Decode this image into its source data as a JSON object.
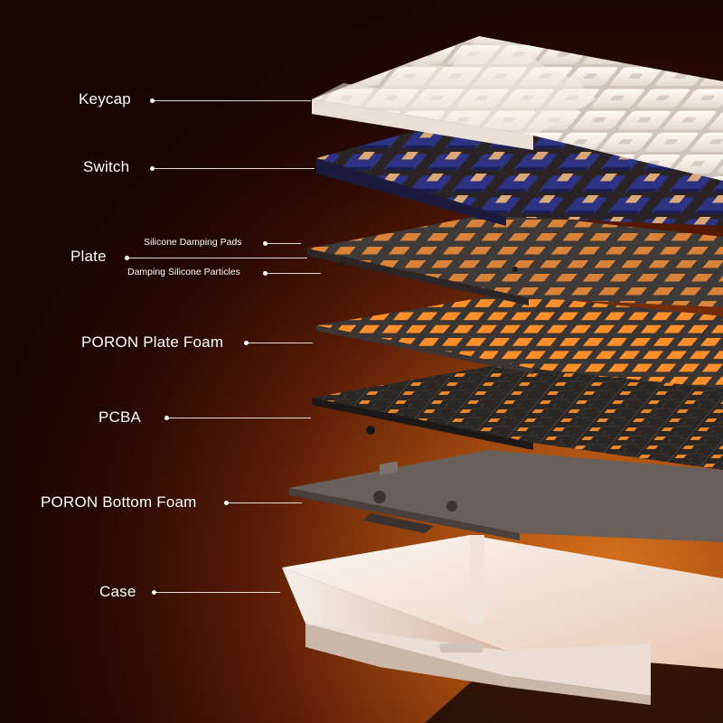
{
  "labels": {
    "keycap": "Keycap",
    "switch": "Switch",
    "plate": "Plate",
    "silicone_pads": "Silicone Damping Pads",
    "silicone_particles": "Damping Silicone Particles",
    "plate_foam": "PORON Plate Foam",
    "pcba": "PCBA",
    "bottom_foam": "PORON Bottom Foam",
    "case": "Case"
  },
  "colors": {
    "keycap": "#f3eee8",
    "switch_housing": "#2c2f7a",
    "plate": "#3a3634",
    "foam": "#5a5350",
    "pcb": "#2a2624",
    "bottom_foam": "#6b625d",
    "case": "#f1ebe6",
    "glow": "#ff9a2e"
  }
}
